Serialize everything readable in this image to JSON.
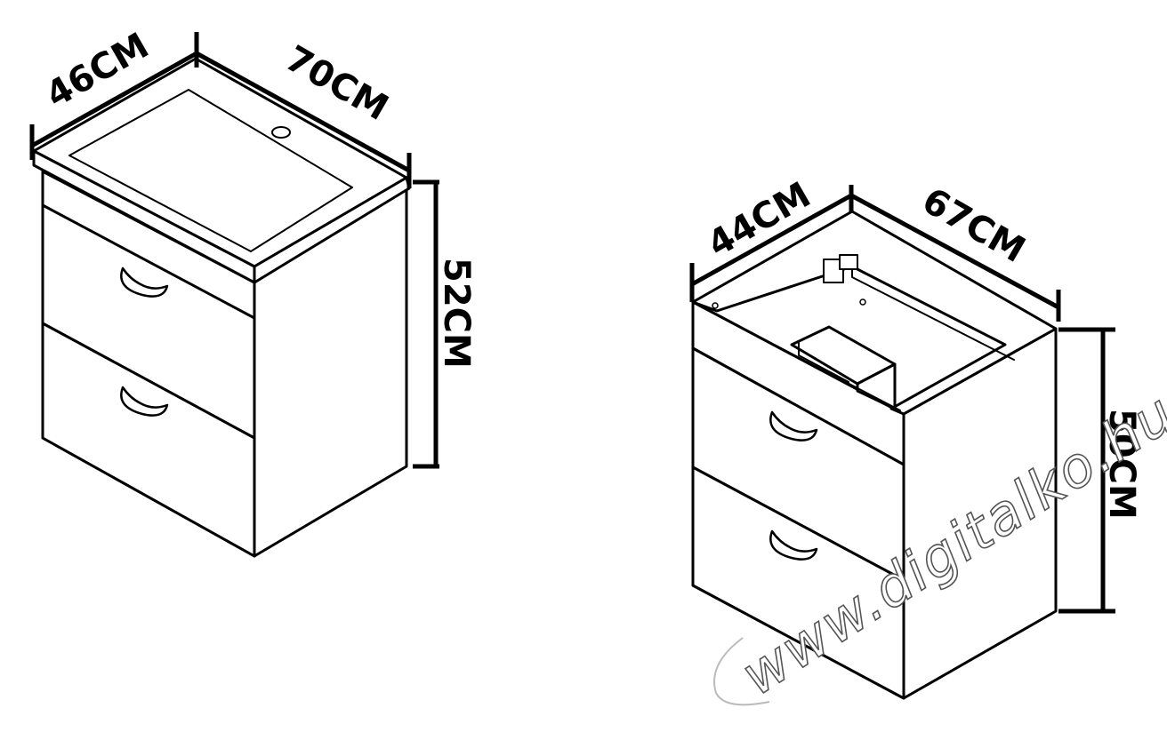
{
  "diagram": {
    "left_unit": {
      "depth_label": "46CM",
      "width_label": "70CM",
      "height_label": "52CM"
    },
    "right_unit": {
      "depth_label": "44CM",
      "width_label": "67CM",
      "height_label": "50CM"
    },
    "watermark": "www.digitalko.hu",
    "colors": {
      "line": "#000000",
      "background": "#ffffff",
      "watermark_outline": "#555555"
    }
  }
}
